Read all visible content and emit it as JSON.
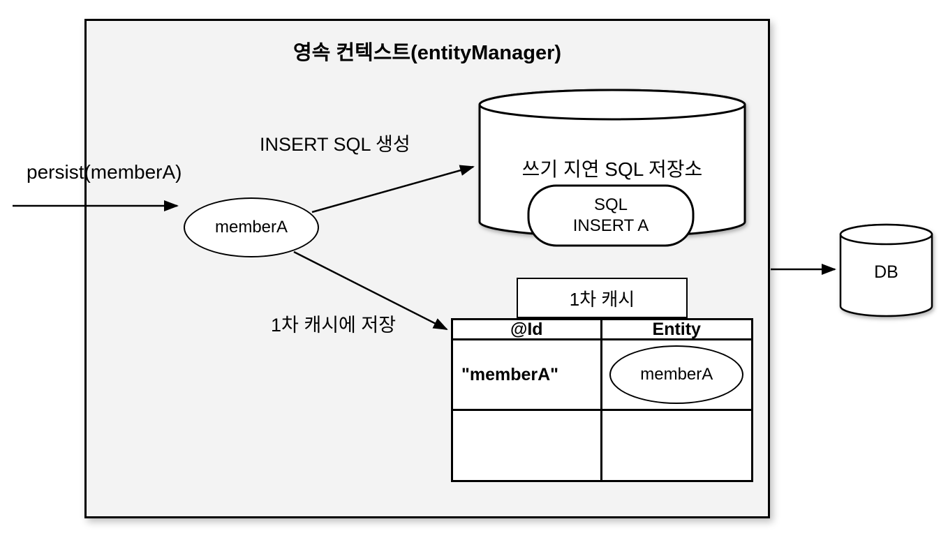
{
  "colors": {
    "background": "#ffffff",
    "context_box_fill": "#f3f3f3",
    "stroke": "#000000",
    "shape_fill": "#ffffff",
    "text": "#000000"
  },
  "context_box": {
    "title": "영속 컨텍스트(entityManager)"
  },
  "labels": {
    "persist_call": "persist(memberA)",
    "insert_sql_arrow": "INSERT SQL 생성",
    "save_cache_arrow": "1차 캐시에 저장"
  },
  "entity": {
    "name": "memberA"
  },
  "sql_store": {
    "title": "쓰기 지연 SQL 저장소",
    "item": {
      "line1": "SQL",
      "line2": "INSERT A"
    }
  },
  "cache": {
    "title": "1차 캐시",
    "columns": [
      "@Id",
      "Entity"
    ],
    "rows": [
      {
        "id": "\"memberA\"",
        "entity": "memberA"
      },
      {
        "id": "",
        "entity": ""
      }
    ]
  },
  "db": {
    "label": "DB"
  }
}
